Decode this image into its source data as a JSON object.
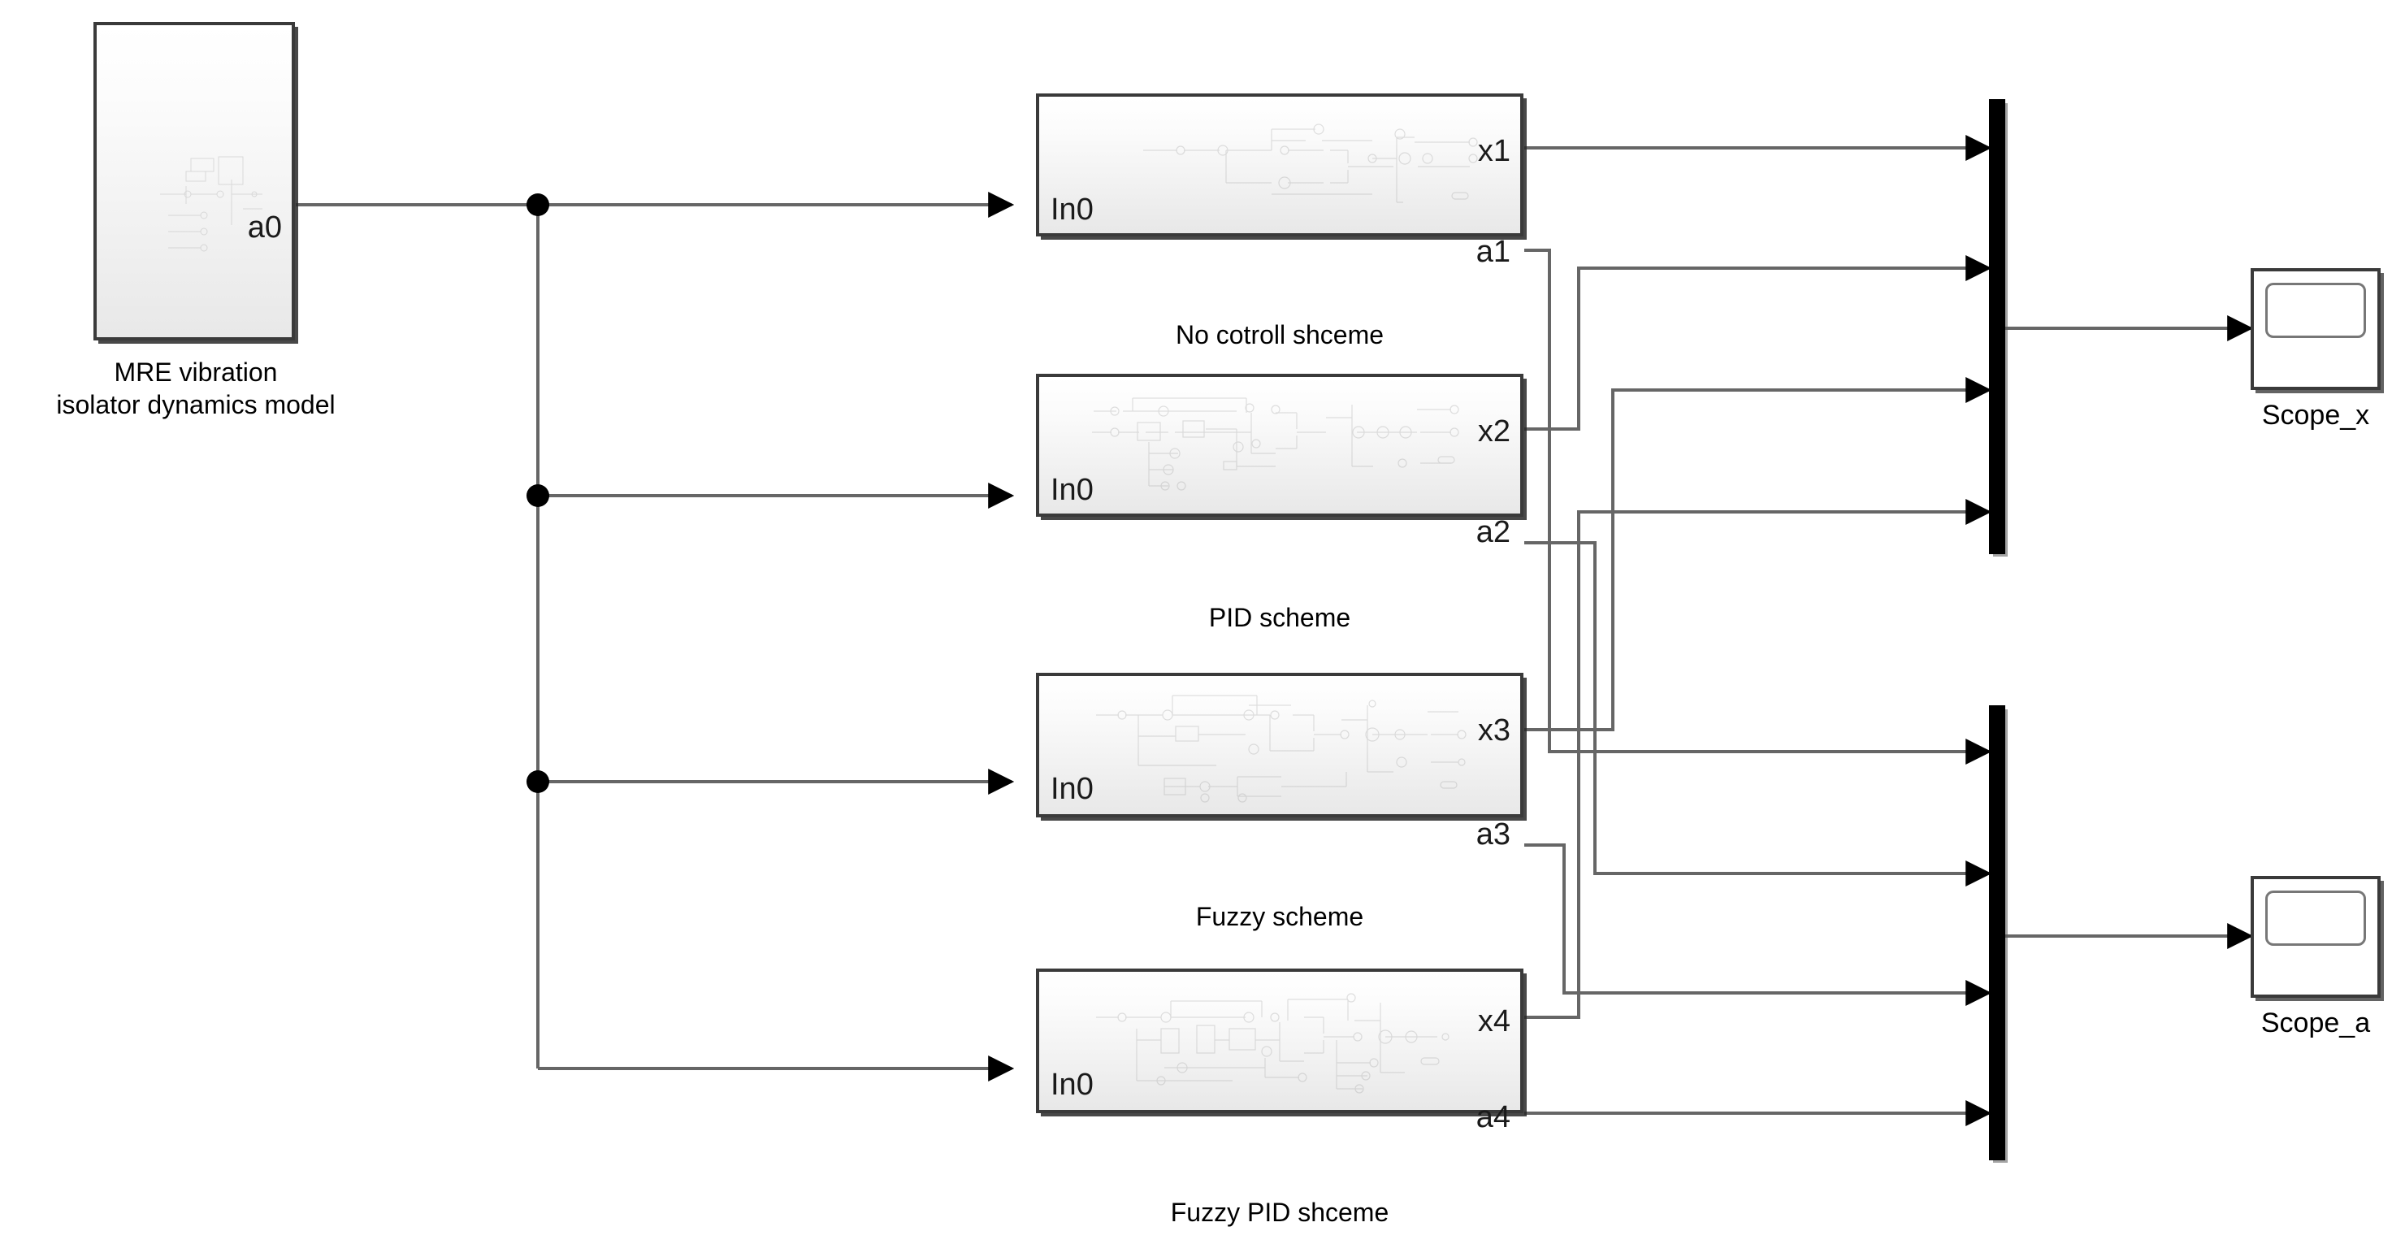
{
  "diagram": {
    "kind": "simulink-block-diagram",
    "background_color": "#ffffff",
    "wire_color": "#666666",
    "block_border_color": "#3a3a3a",
    "mux_color": "#000000"
  },
  "source_block": {
    "name": "mre-model",
    "output_port": "a0",
    "caption": "MRE vibration\nisolator dynamics model"
  },
  "scheme_blocks": [
    {
      "name": "no-control-scheme",
      "input_port": "In0",
      "output_ports": [
        "x1",
        "a1"
      ],
      "caption": "No cotroll shceme"
    },
    {
      "name": "pid-scheme",
      "input_port": "In0",
      "output_ports": [
        "x2",
        "a2"
      ],
      "caption": "PID scheme"
    },
    {
      "name": "fuzzy-scheme",
      "input_port": "In0",
      "output_ports": [
        "x3",
        "a3"
      ],
      "caption": "Fuzzy scheme"
    },
    {
      "name": "fuzzy-pid-scheme",
      "input_port": "In0",
      "output_ports": [
        "x4",
        "a4"
      ],
      "caption": "Fuzzy PID shceme"
    }
  ],
  "mux_blocks": [
    {
      "name": "mux-x",
      "inputs": 4,
      "input_signals": [
        "x1",
        "x2",
        "x3",
        "x4"
      ]
    },
    {
      "name": "mux-a",
      "inputs": 4,
      "input_signals": [
        "a1",
        "a2",
        "a3",
        "a4"
      ]
    }
  ],
  "scopes": [
    {
      "name": "scope-x",
      "caption": "Scope_x",
      "source_mux": "mux-x"
    },
    {
      "name": "scope-a",
      "caption": "Scope_a",
      "source_mux": "mux-a"
    }
  ],
  "signal_routing": {
    "a0_branches": 4,
    "branch_junction_count": 3,
    "x_signals_to_mux_x": [
      "x1",
      "x2",
      "x3",
      "x4"
    ],
    "a_signals_to_mux_a": [
      "a1",
      "a2",
      "a3",
      "a4"
    ]
  }
}
